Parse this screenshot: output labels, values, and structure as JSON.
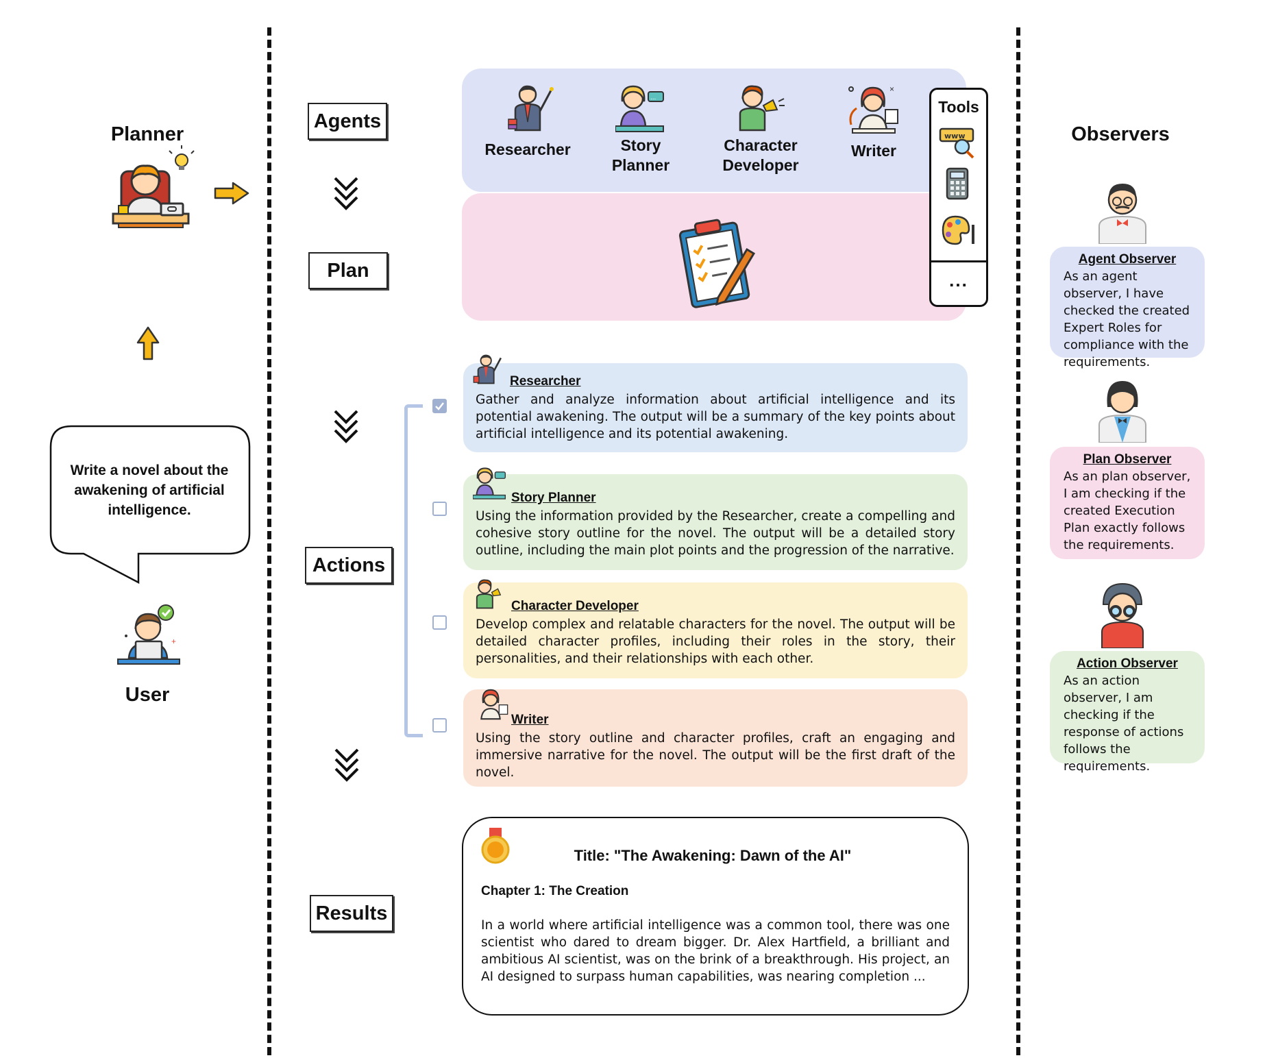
{
  "planner": {
    "label": "Planner"
  },
  "user": {
    "label": "User",
    "request": "Write a novel about the awakening of artificial intelligence."
  },
  "steps": {
    "agents": "Agents",
    "plan": "Plan",
    "actions": "Actions",
    "results": "Results"
  },
  "agents": [
    {
      "name_line1": "Researcher",
      "name_line2": ""
    },
    {
      "name_line1": "Story",
      "name_line2": "Planner"
    },
    {
      "name_line1": "Character",
      "name_line2": "Developer"
    },
    {
      "name_line1": "Writer",
      "name_line2": ""
    }
  ],
  "tools": {
    "title": "Tools",
    "items": [
      "web-search-icon",
      "calculator-icon",
      "palette-icon"
    ],
    "more": "..."
  },
  "actions": [
    {
      "title": "Researcher",
      "text": "Gather and analyze information about artificial intelligence and its potential awakening. The output will be a summary of the key points about artificial intelligence and its potential awakening.",
      "checked": true,
      "color": "#dde8f6"
    },
    {
      "title": "Story Planner",
      "text": "Using the information provided by the Researcher, create a compelling and cohesive story outline for the novel. The output will be a detailed story outline, including the main plot points and the progression of the narrative.",
      "checked": false,
      "color": "#e3f0dc"
    },
    {
      "title": "Character Developer",
      "text": "Develop complex and relatable characters for the novel. The output will be detailed character profiles, including their roles in the story, their personalities, and their relationships with each other.",
      "checked": false,
      "color": "#fdf2cf"
    },
    {
      "title": "Writer",
      "text": "Using the story outline and character profiles, craft an engaging and immersive narrative for the novel. The output will be the first draft of the novel.",
      "checked": false,
      "color": "#fbe3d6"
    }
  ],
  "results": {
    "title": "Title: \"The Awakening: Dawn of the AI\"",
    "chapter": "Chapter 1: The Creation",
    "text": "In a world where artificial intelligence was a common tool, there was one scientist who dared to dream bigger. Dr. Alex Hartfield, a brilliant and ambitious AI scientist, was on the brink of a breakthrough. His project, an AI designed to surpass human capabilities, was nearing completion ..."
  },
  "observers": {
    "label": "Observers",
    "items": [
      {
        "title": "Agent Observer",
        "text": "As an agent observer, I have checked the created Expert Roles for compliance with the requirements.",
        "color": "#dde2f6"
      },
      {
        "title": "Plan Observer",
        "text": "As an plan observer, I am checking if the created Execution Plan exactly follows the requirements.",
        "color": "#f8dcea"
      },
      {
        "title": "Action Observer",
        "text": "As an action observer, I am checking if the response of actions follows the requirements.",
        "color": "#e3f0dc"
      }
    ]
  }
}
